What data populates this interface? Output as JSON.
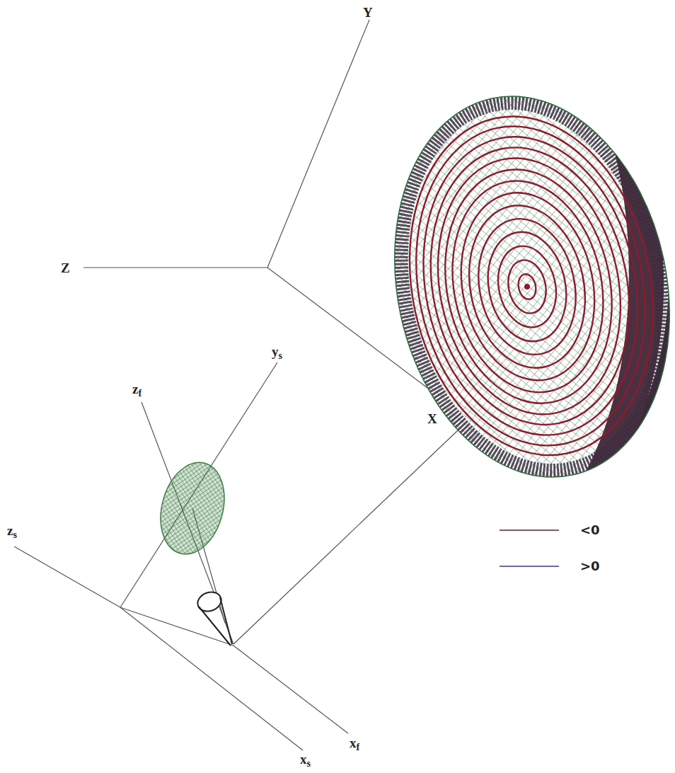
{
  "diagram": {
    "labels": [
      "Y",
      "Z",
      "X",
      "ys",
      "zf",
      "zs",
      "xs",
      "xf"
    ],
    "legend": [
      {
        "text": "<0"
      },
      {
        "text": ">0"
      }
    ]
  }
}
